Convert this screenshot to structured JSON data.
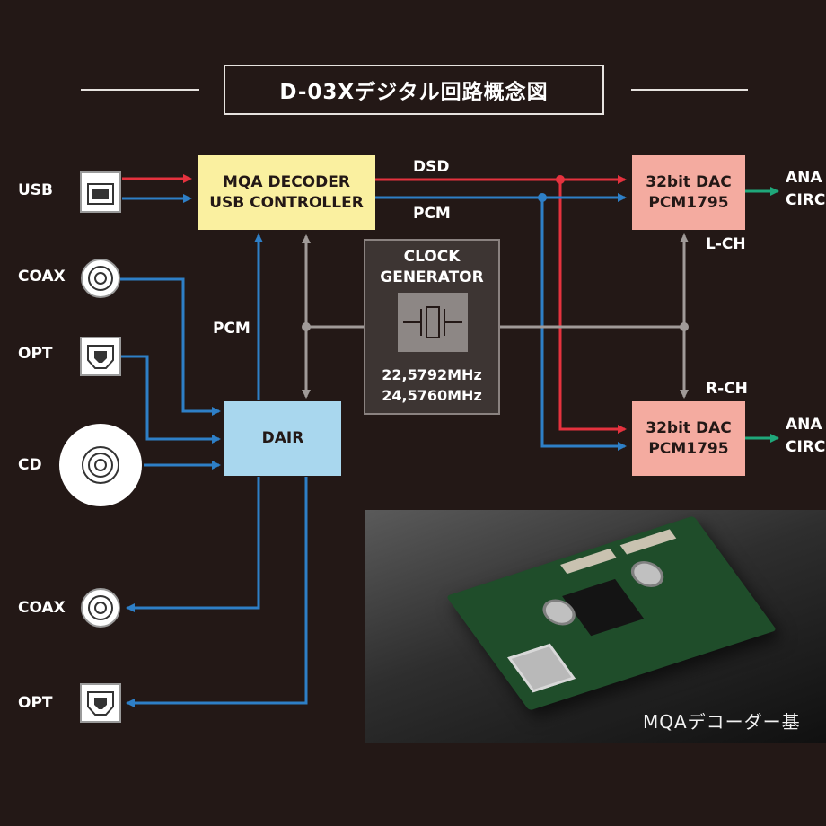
{
  "title": "D-03Xデジタル回路概念図",
  "inputs": {
    "usb": "USB",
    "coax_in": "COAX",
    "opt_in": "OPT",
    "cd": "CD",
    "coax_out": "COAX",
    "opt_out": "OPT"
  },
  "blocks": {
    "mqa_line1": "MQA DECODER",
    "mqa_line2": "USB CONTROLLER",
    "dair": "DAIR",
    "dac_top_line1": "32bit DAC",
    "dac_top_line2": "PCM1795",
    "dac_bottom_line1": "32bit DAC",
    "dac_bottom_line2": "PCM1795",
    "clock_line1": "CLOCK",
    "clock_line2": "GENERATOR",
    "freq1": "22,5792MHz",
    "freq2": "24,5760MHz"
  },
  "signals": {
    "dsd": "DSD",
    "pcm_top": "PCM",
    "pcm_left": "PCM",
    "lch": "L-CH",
    "rch": "R-CH"
  },
  "outputs": {
    "top_line1": "ANA",
    "top_line2": "CIRC",
    "bottom_line1": "ANA",
    "bottom_line2": "CIRC"
  },
  "photo_caption": "MQAデコーダー基",
  "colors": {
    "background": "#231816",
    "dsd_line": "#e5323e",
    "pcm_line": "#2e7fc7",
    "clock_line": "#a09a98",
    "analog_arrow": "#1fa77a",
    "mqa_box": "#faf0a0",
    "dair_box": "#a9d7ee",
    "dac_box": "#f4aba0"
  }
}
